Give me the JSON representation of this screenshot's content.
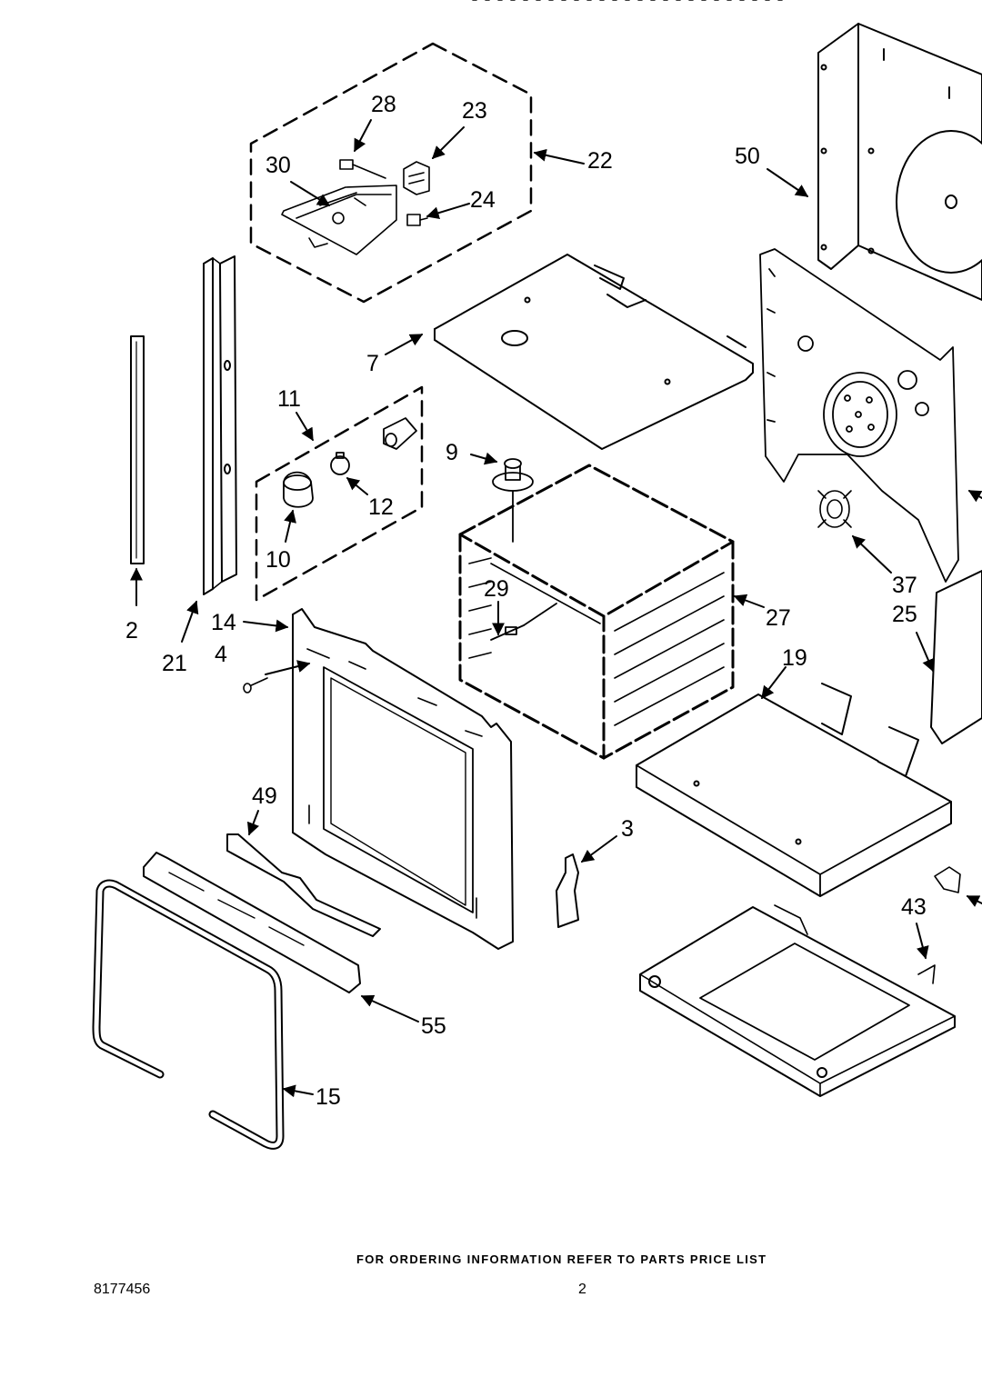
{
  "diagram": {
    "callouts": [
      {
        "id": "c28",
        "text": "28"
      },
      {
        "id": "c23",
        "text": "23"
      },
      {
        "id": "c30",
        "text": "30"
      },
      {
        "id": "c22",
        "text": "22"
      },
      {
        "id": "c24",
        "text": "24"
      },
      {
        "id": "c50",
        "text": "50"
      },
      {
        "id": "c7",
        "text": "7"
      },
      {
        "id": "c11",
        "text": "11"
      },
      {
        "id": "c9",
        "text": "9"
      },
      {
        "id": "c12",
        "text": "12"
      },
      {
        "id": "c10",
        "text": "10"
      },
      {
        "id": "c37",
        "text": "37"
      },
      {
        "id": "c29",
        "text": "29"
      },
      {
        "id": "c27",
        "text": "27"
      },
      {
        "id": "c25",
        "text": "25"
      },
      {
        "id": "c2",
        "text": "2"
      },
      {
        "id": "c14",
        "text": "14"
      },
      {
        "id": "c21",
        "text": "21"
      },
      {
        "id": "c4",
        "text": "4"
      },
      {
        "id": "c19",
        "text": "19"
      },
      {
        "id": "c49",
        "text": "49"
      },
      {
        "id": "c3",
        "text": "3"
      },
      {
        "id": "c43",
        "text": "43"
      },
      {
        "id": "c55",
        "text": "55"
      },
      {
        "id": "c15",
        "text": "15"
      }
    ]
  },
  "footer": {
    "ordering_note": "FOR ORDERING INFORMATION REFER TO PARTS PRICE LIST",
    "document_number": "8177456",
    "page_number": "2"
  }
}
